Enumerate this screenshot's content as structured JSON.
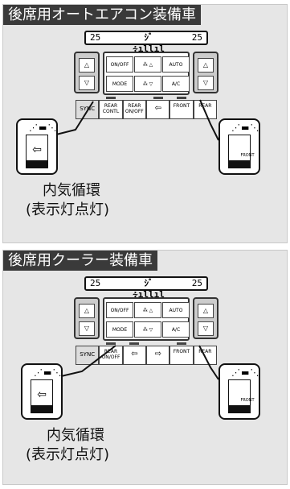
{
  "section1": {
    "heading": "後席用オートエアコン装備車",
    "display": {
      "left": "25",
      "right": "25",
      "center": "ｼﾞ∻ıllıl"
    },
    "center_buttons": [
      "ON/OFF",
      "⁂ △",
      "AUTO",
      "MODE",
      "⁂ ▽",
      "A/C"
    ],
    "bottom_buttons": [
      "SYNC",
      "REAR CONTL",
      "REAR ON/OFF",
      "",
      "FRONT",
      "REAR"
    ],
    "label_line1": "内気循環",
    "label_line2": "(表示灯点灯)"
  },
  "section2": {
    "heading": "後席用クーラー装備車",
    "display": {
      "left": "25",
      "right": "25",
      "center": "ｼﾞ∻ıllıl"
    },
    "center_buttons": [
      "ON/OFF",
      "⁂ △",
      "AUTO",
      "MODE",
      "⁂ ▽",
      "A/C"
    ],
    "bottom_buttons": [
      "SYNC",
      "REAR ON/OFF",
      "",
      "",
      "FRONT",
      "REAR"
    ],
    "label_line1": "内気循環",
    "label_line2": "(表示灯点灯)"
  },
  "callout_front_text": "FRONT"
}
